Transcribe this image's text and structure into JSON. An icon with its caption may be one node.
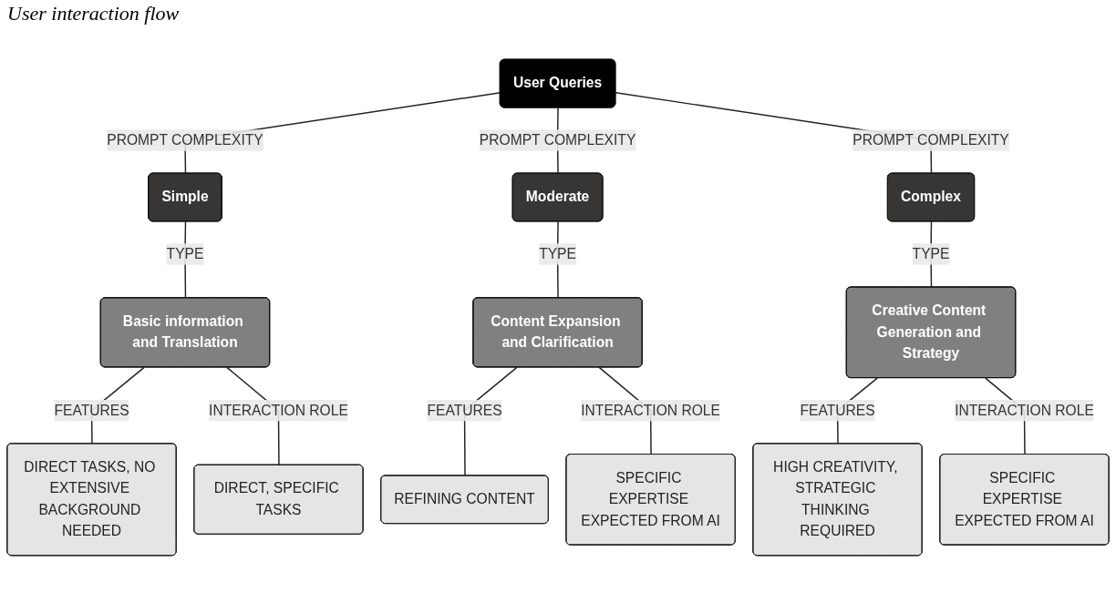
{
  "diagram": {
    "title": "User interaction flow",
    "nodes": [
      {
        "text": [
          "User Queries"
        ]
      },
      {
        "text": [
          "Simple"
        ]
      },
      {
        "text": [
          "Moderate"
        ]
      },
      {
        "text": [
          "Complex"
        ]
      },
      {
        "text": [
          "Basic information and Translation"
        ]
      },
      {
        "text": [
          "Content Expansion and Clarification"
        ]
      },
      {
        "text": [
          "Creative Content Generation and Strategy"
        ]
      },
      {
        "text": [
          "DIRECT TASKS, NO EXTENSIVE BACKGROUND NEEDED"
        ]
      },
      {
        "text": [
          "DIRECT, SPECIFIC TASKS"
        ]
      },
      {
        "text": [
          "REFINING CONTENT"
        ]
      },
      {
        "text": [
          "SPECIFIC EXPERTISE EXPECTED FROM AI"
        ]
      },
      {
        "text": [
          "HIGH CREATIVITY, STRATEGIC THINKING REQUIRED"
        ]
      },
      {
        "text": [
          "SPECIFIC EXPERTISE EXPECTED FROM AI"
        ]
      }
    ],
    "edges": [
      {
        "from": 0,
        "to": 1,
        "arrow": "none",
        "label": "PROMPT COMPLEXITY"
      },
      {
        "from": 0,
        "to": 2,
        "arrow": "none",
        "label": "PROMPT COMPLEXITY"
      },
      {
        "from": 0,
        "to": 3,
        "arrow": "none",
        "label": "PROMPT COMPLEXITY"
      },
      {
        "from": 1,
        "to": 4,
        "arrow": "none",
        "label": "TYPE"
      },
      {
        "from": 2,
        "to": 5,
        "arrow": "none",
        "label": "TYPE"
      },
      {
        "from": 3,
        "to": 6,
        "arrow": "none",
        "label": "TYPE"
      },
      {
        "from": 4,
        "to": 7,
        "arrow": "none",
        "label": "FEATURES"
      },
      {
        "from": 4,
        "to": 8,
        "arrow": "none",
        "label": "INTERACTION ROLE"
      },
      {
        "from": 5,
        "to": 9,
        "arrow": "none",
        "label": "FEATURES"
      },
      {
        "from": 5,
        "to": 10,
        "arrow": "none",
        "label": "INTERACTION ROLE"
      },
      {
        "from": 6,
        "to": 11,
        "arrow": "none",
        "label": "FEATURES"
      },
      {
        "from": 6,
        "to": 12,
        "arrow": "none",
        "label": "INTERACTION ROLE"
      }
    ]
  }
}
